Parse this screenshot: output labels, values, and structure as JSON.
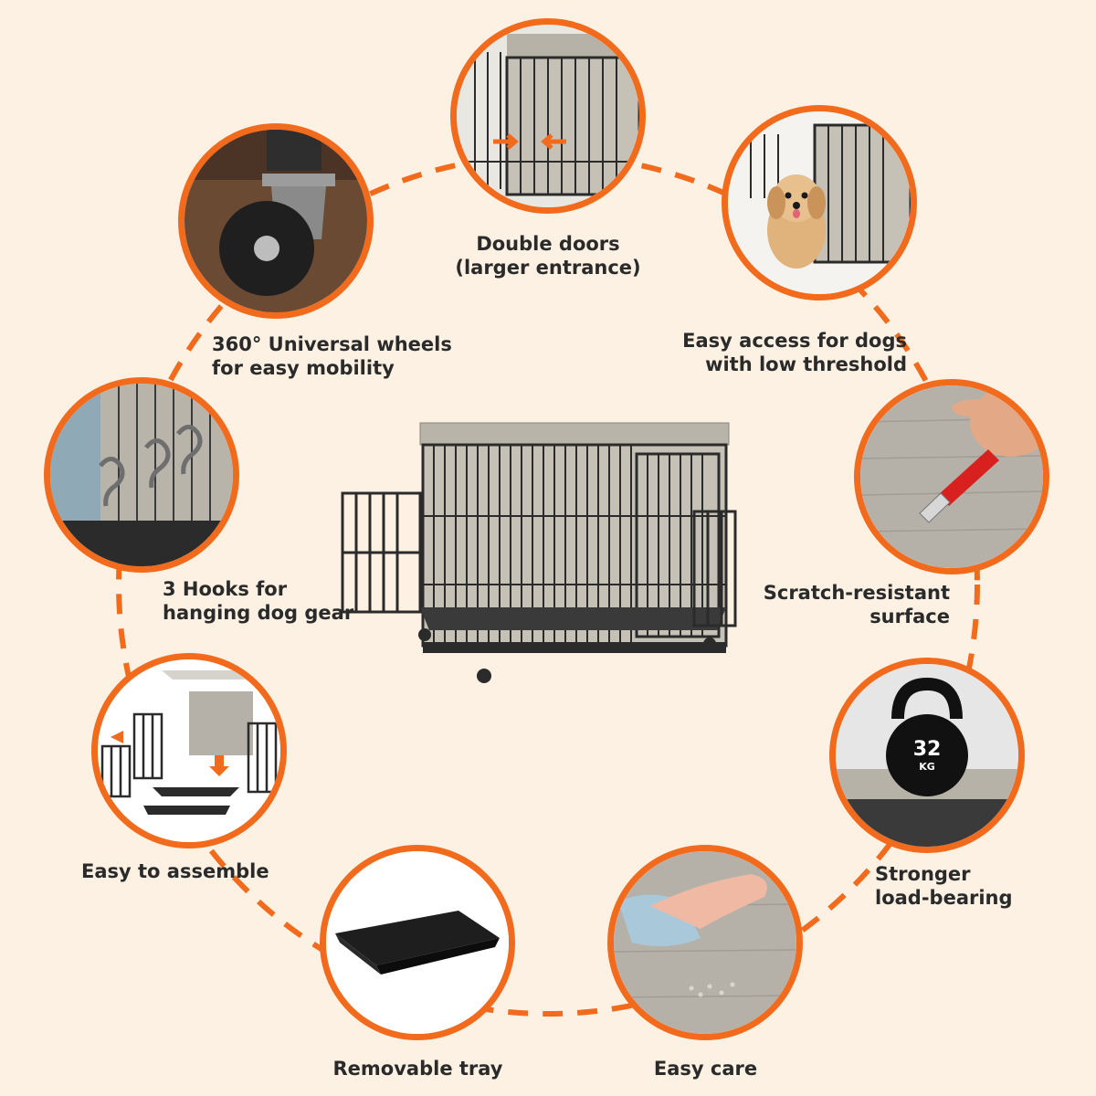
{
  "colors": {
    "accent": "#f26b1d",
    "background": "#fcf1e3",
    "text": "#2a2a2a",
    "wood": "#b9b4aa",
    "metal": "#2b2b2b"
  },
  "features": [
    {
      "id": "double-doors",
      "icon": "double-door-icon",
      "lines": [
        "Double doors",
        "(larger entrance)"
      ]
    },
    {
      "id": "easy-access",
      "icon": "dog-photo-icon",
      "lines": [
        "Easy access for dogs",
        "with low threshold"
      ]
    },
    {
      "id": "scratch-resistant",
      "icon": "utility-knife-icon",
      "lines": [
        "Scratch-resistant",
        "surface"
      ]
    },
    {
      "id": "load-bearing",
      "icon": "kettlebell-icon",
      "lines": [
        "Stronger",
        "load-bearing"
      ],
      "weight_label": "32",
      "weight_unit": "KG"
    },
    {
      "id": "easy-care",
      "icon": "wiping-cloth-icon",
      "lines": [
        "Easy care"
      ]
    },
    {
      "id": "removable-tray",
      "icon": "tray-icon",
      "lines": [
        "Removable tray"
      ]
    },
    {
      "id": "easy-assemble",
      "icon": "assembly-diagram-icon",
      "lines": [
        "Easy to assemble"
      ]
    },
    {
      "id": "hooks",
      "icon": "hook-icon",
      "lines": [
        "3 Hooks for",
        "hanging dog gear"
      ]
    },
    {
      "id": "wheels",
      "icon": "caster-wheel-icon",
      "lines": [
        "360° Universal wheels",
        "for easy mobility"
      ]
    }
  ]
}
